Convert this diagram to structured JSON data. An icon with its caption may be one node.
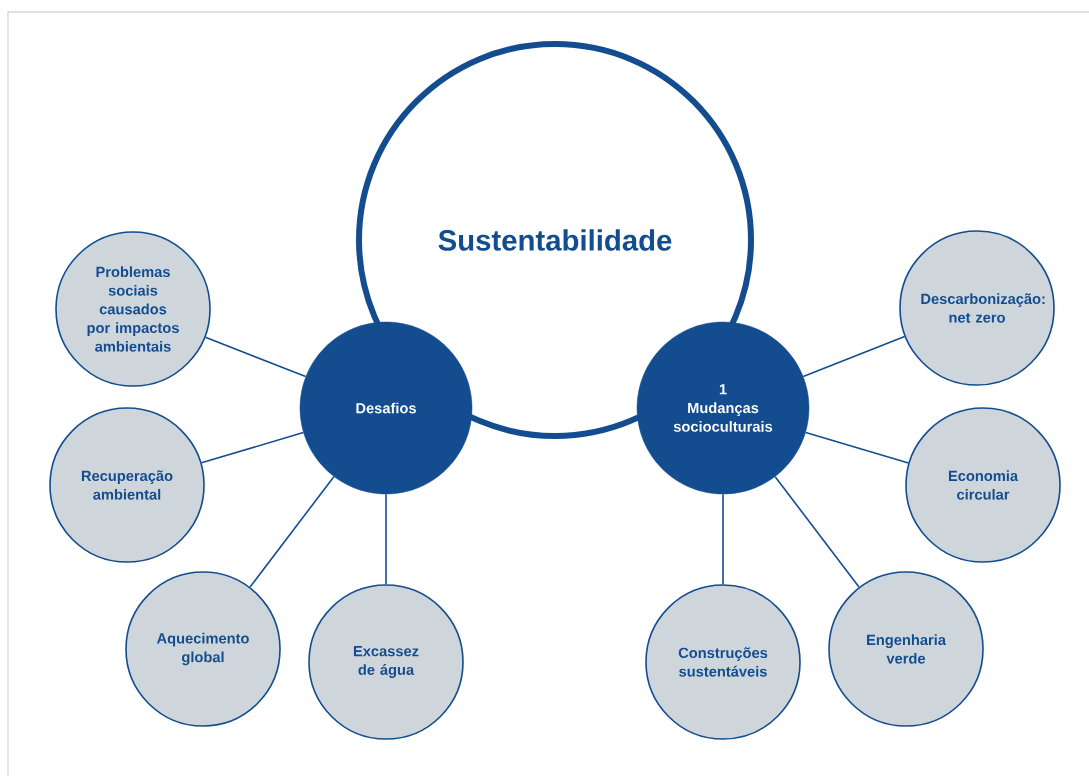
{
  "diagram": {
    "nodes": [
      {
        "text": [
          "Sustentabilidade"
        ]
      },
      {
        "text": [
          "Desafios"
        ]
      },
      {
        "text": [
          "1",
          "Mudanças socioculturais"
        ]
      },
      {
        "text": [
          "Problemas sociais causados por impactos ambientais"
        ]
      },
      {
        "text": [
          "Recuperação ambiental"
        ]
      },
      {
        "text": [
          "Aquecimento global"
        ]
      },
      {
        "text": [
          "Excassez de água"
        ]
      },
      {
        "text": [
          "Descarbonização: net zero"
        ]
      },
      {
        "text": [
          "Economia circular"
        ]
      },
      {
        "text": [
          "Construções sustentáveis"
        ]
      },
      {
        "text": [
          "Engenharia verde"
        ]
      }
    ],
    "edges": [
      {
        "from": 1,
        "to": 3,
        "arrow": "none"
      },
      {
        "from": 1,
        "to": 4,
        "arrow": "none"
      },
      {
        "from": 1,
        "to": 5,
        "arrow": "none"
      },
      {
        "from": 1,
        "to": 6,
        "arrow": "none"
      },
      {
        "from": 2,
        "to": 7,
        "arrow": "none"
      },
      {
        "from": 2,
        "to": 8,
        "arrow": "none"
      },
      {
        "from": 2,
        "to": 9,
        "arrow": "none"
      },
      {
        "from": 2,
        "to": 10,
        "arrow": "none"
      }
    ]
  }
}
